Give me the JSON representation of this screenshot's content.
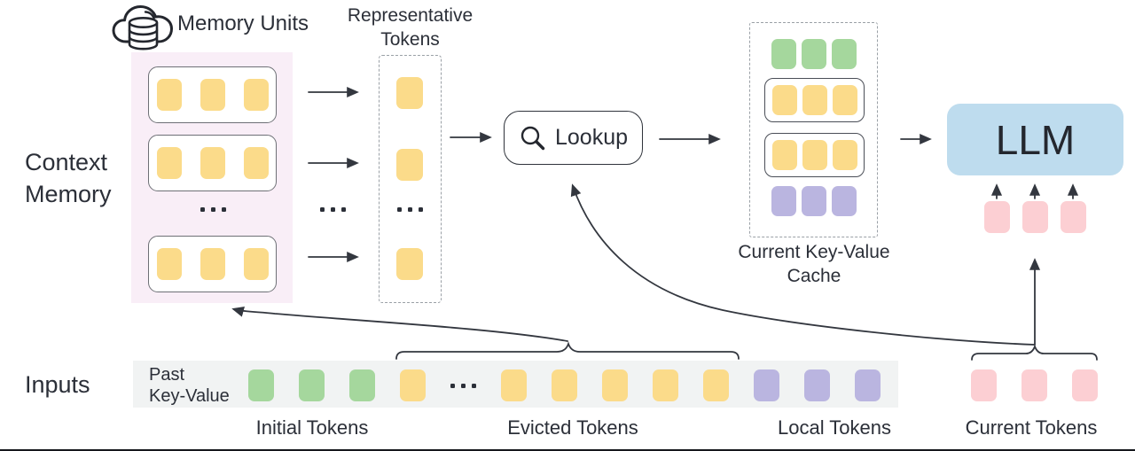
{
  "labels": {
    "memory_units": "Memory Units",
    "representative_tokens": "Representative\nTokens",
    "context_memory": "Context\nMemory",
    "lookup": "Lookup",
    "current_kv_cache": "Current Key-Value\nCache",
    "llm": "LLM",
    "inputs": "Inputs",
    "past_key_value": "Past\nKey-Value",
    "initial_tokens": "Initial Tokens",
    "evicted_tokens": "Evicted Tokens",
    "local_tokens": "Local Tokens",
    "current_tokens": "Current Tokens",
    "ellipsis": "..."
  },
  "icons": {
    "memory_units": "cloud-database-icon",
    "lookup": "magnifier-icon"
  },
  "colors": {
    "token_yellow": "#fbdb8a",
    "token_green": "#a5d79d",
    "token_purple": "#bab5e0",
    "token_pink": "#fccfd3",
    "llm_blue": "#bedcee",
    "memory_panel_pink": "#f9eef7",
    "input_strip_gray": "#f1f3f3",
    "line_dark": "#33373f"
  },
  "tokens": {
    "memory_unit": [
      "yellow",
      "yellow",
      "yellow"
    ],
    "representative_col": [
      "yellow",
      "yellow",
      "dots",
      "yellow"
    ],
    "cache_initial": [
      "green",
      "green",
      "green"
    ],
    "cache_unit_a": [
      "yellow",
      "yellow",
      "yellow"
    ],
    "cache_unit_b": [
      "yellow",
      "yellow",
      "yellow"
    ],
    "cache_local": [
      "purple",
      "purple",
      "purple"
    ],
    "past_strip": [
      "green",
      "green",
      "green",
      "yellow",
      "dots",
      "yellow",
      "yellow",
      "yellow",
      "yellow",
      "yellow",
      "purple",
      "purple",
      "purple"
    ],
    "current": [
      "pink",
      "pink",
      "pink"
    ],
    "llm_inputs": [
      "pink",
      "pink",
      "pink"
    ]
  },
  "structure": {
    "memory_unit_count_visible": 3,
    "memory_units_collapsed": true,
    "representative_tokens_visible": 3,
    "flow": [
      "Context Memory",
      "Representative Tokens",
      "Lookup",
      "Current Key-Value Cache",
      "LLM"
    ],
    "evicted_tokens_feed": [
      "Context Memory"
    ],
    "current_tokens_feed": [
      "Lookup",
      "LLM"
    ]
  }
}
